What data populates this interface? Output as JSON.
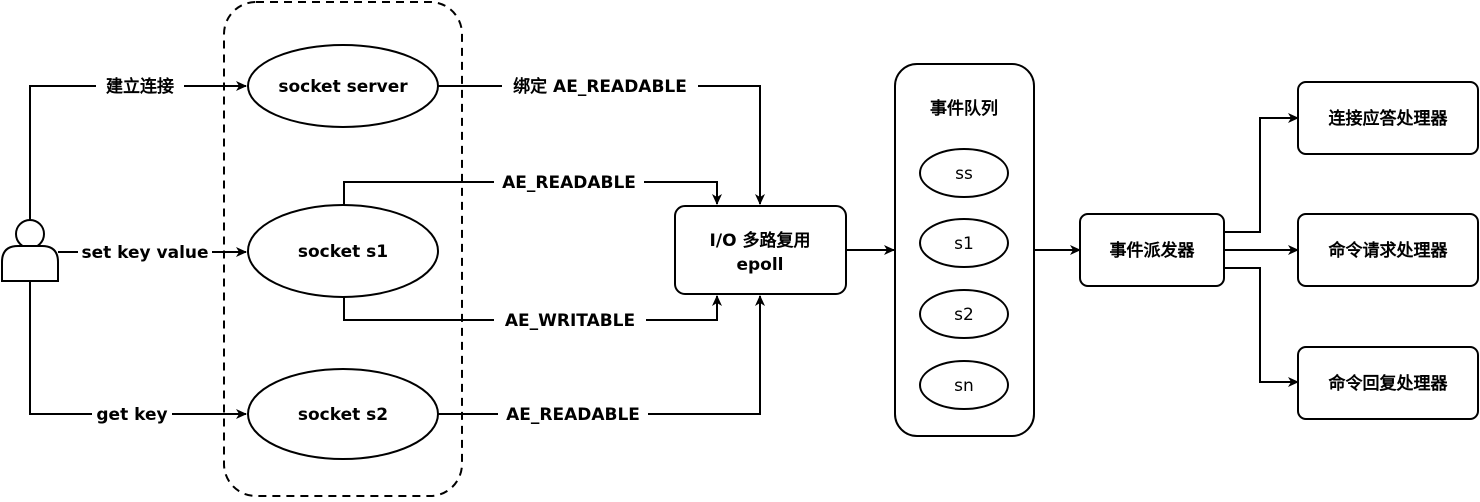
{
  "user": {
    "icon": "user-icon"
  },
  "group": {
    "style": "dashed"
  },
  "nodes": {
    "socket_server": "socket server",
    "socket_s1": "socket s1",
    "socket_s2": "socket s2",
    "io_line1": "I/O 多路复用",
    "io_line2": "epoll",
    "queue_title": "事件队列",
    "queue_items": [
      "ss",
      "s1",
      "s2",
      "sn"
    ],
    "dispatcher": "事件派发器",
    "handler_connect": "连接应答处理器",
    "handler_request": "命令请求处理器",
    "handler_reply": "命令回复处理器"
  },
  "edges": {
    "connect": "建立连接",
    "set": "set key value",
    "get": "get key",
    "bind_readable": "绑定 AE_READABLE",
    "s1_readable": "AE_READABLE",
    "s1_writable": "AE_WRITABLE",
    "s2_readable": "AE_READABLE"
  }
}
